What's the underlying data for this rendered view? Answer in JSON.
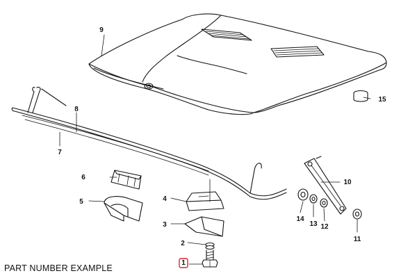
{
  "caption": "PART NUMBER EXAMPLE",
  "highlight_color": "#d9262e",
  "callouts": [
    {
      "id": "c1",
      "label": "1",
      "part": "hex-bolt",
      "highlighted": true
    },
    {
      "id": "c2",
      "label": "2",
      "part": "washer"
    },
    {
      "id": "c3",
      "label": "3",
      "part": "lower-hinge-bracket"
    },
    {
      "id": "c4",
      "label": "4",
      "part": "upper-hinge-bracket"
    },
    {
      "id": "c5",
      "label": "5",
      "part": "rubber-clip"
    },
    {
      "id": "c6",
      "label": "6",
      "part": "retaining-clip"
    },
    {
      "id": "c7",
      "label": "7",
      "part": "hood-support-rod"
    },
    {
      "id": "c8",
      "label": "8",
      "part": "rod-seal"
    },
    {
      "id": "c9",
      "label": "9",
      "part": "engine-hood"
    },
    {
      "id": "c10",
      "label": "10",
      "part": "hood-stay-bracket"
    },
    {
      "id": "c11",
      "label": "11",
      "part": "grommet"
    },
    {
      "id": "c12",
      "label": "12",
      "part": "washer"
    },
    {
      "id": "c13",
      "label": "13",
      "part": "washer"
    },
    {
      "id": "c14",
      "label": "14",
      "part": "bushing"
    },
    {
      "id": "c15",
      "label": "15",
      "part": "rubber-buffer"
    }
  ]
}
